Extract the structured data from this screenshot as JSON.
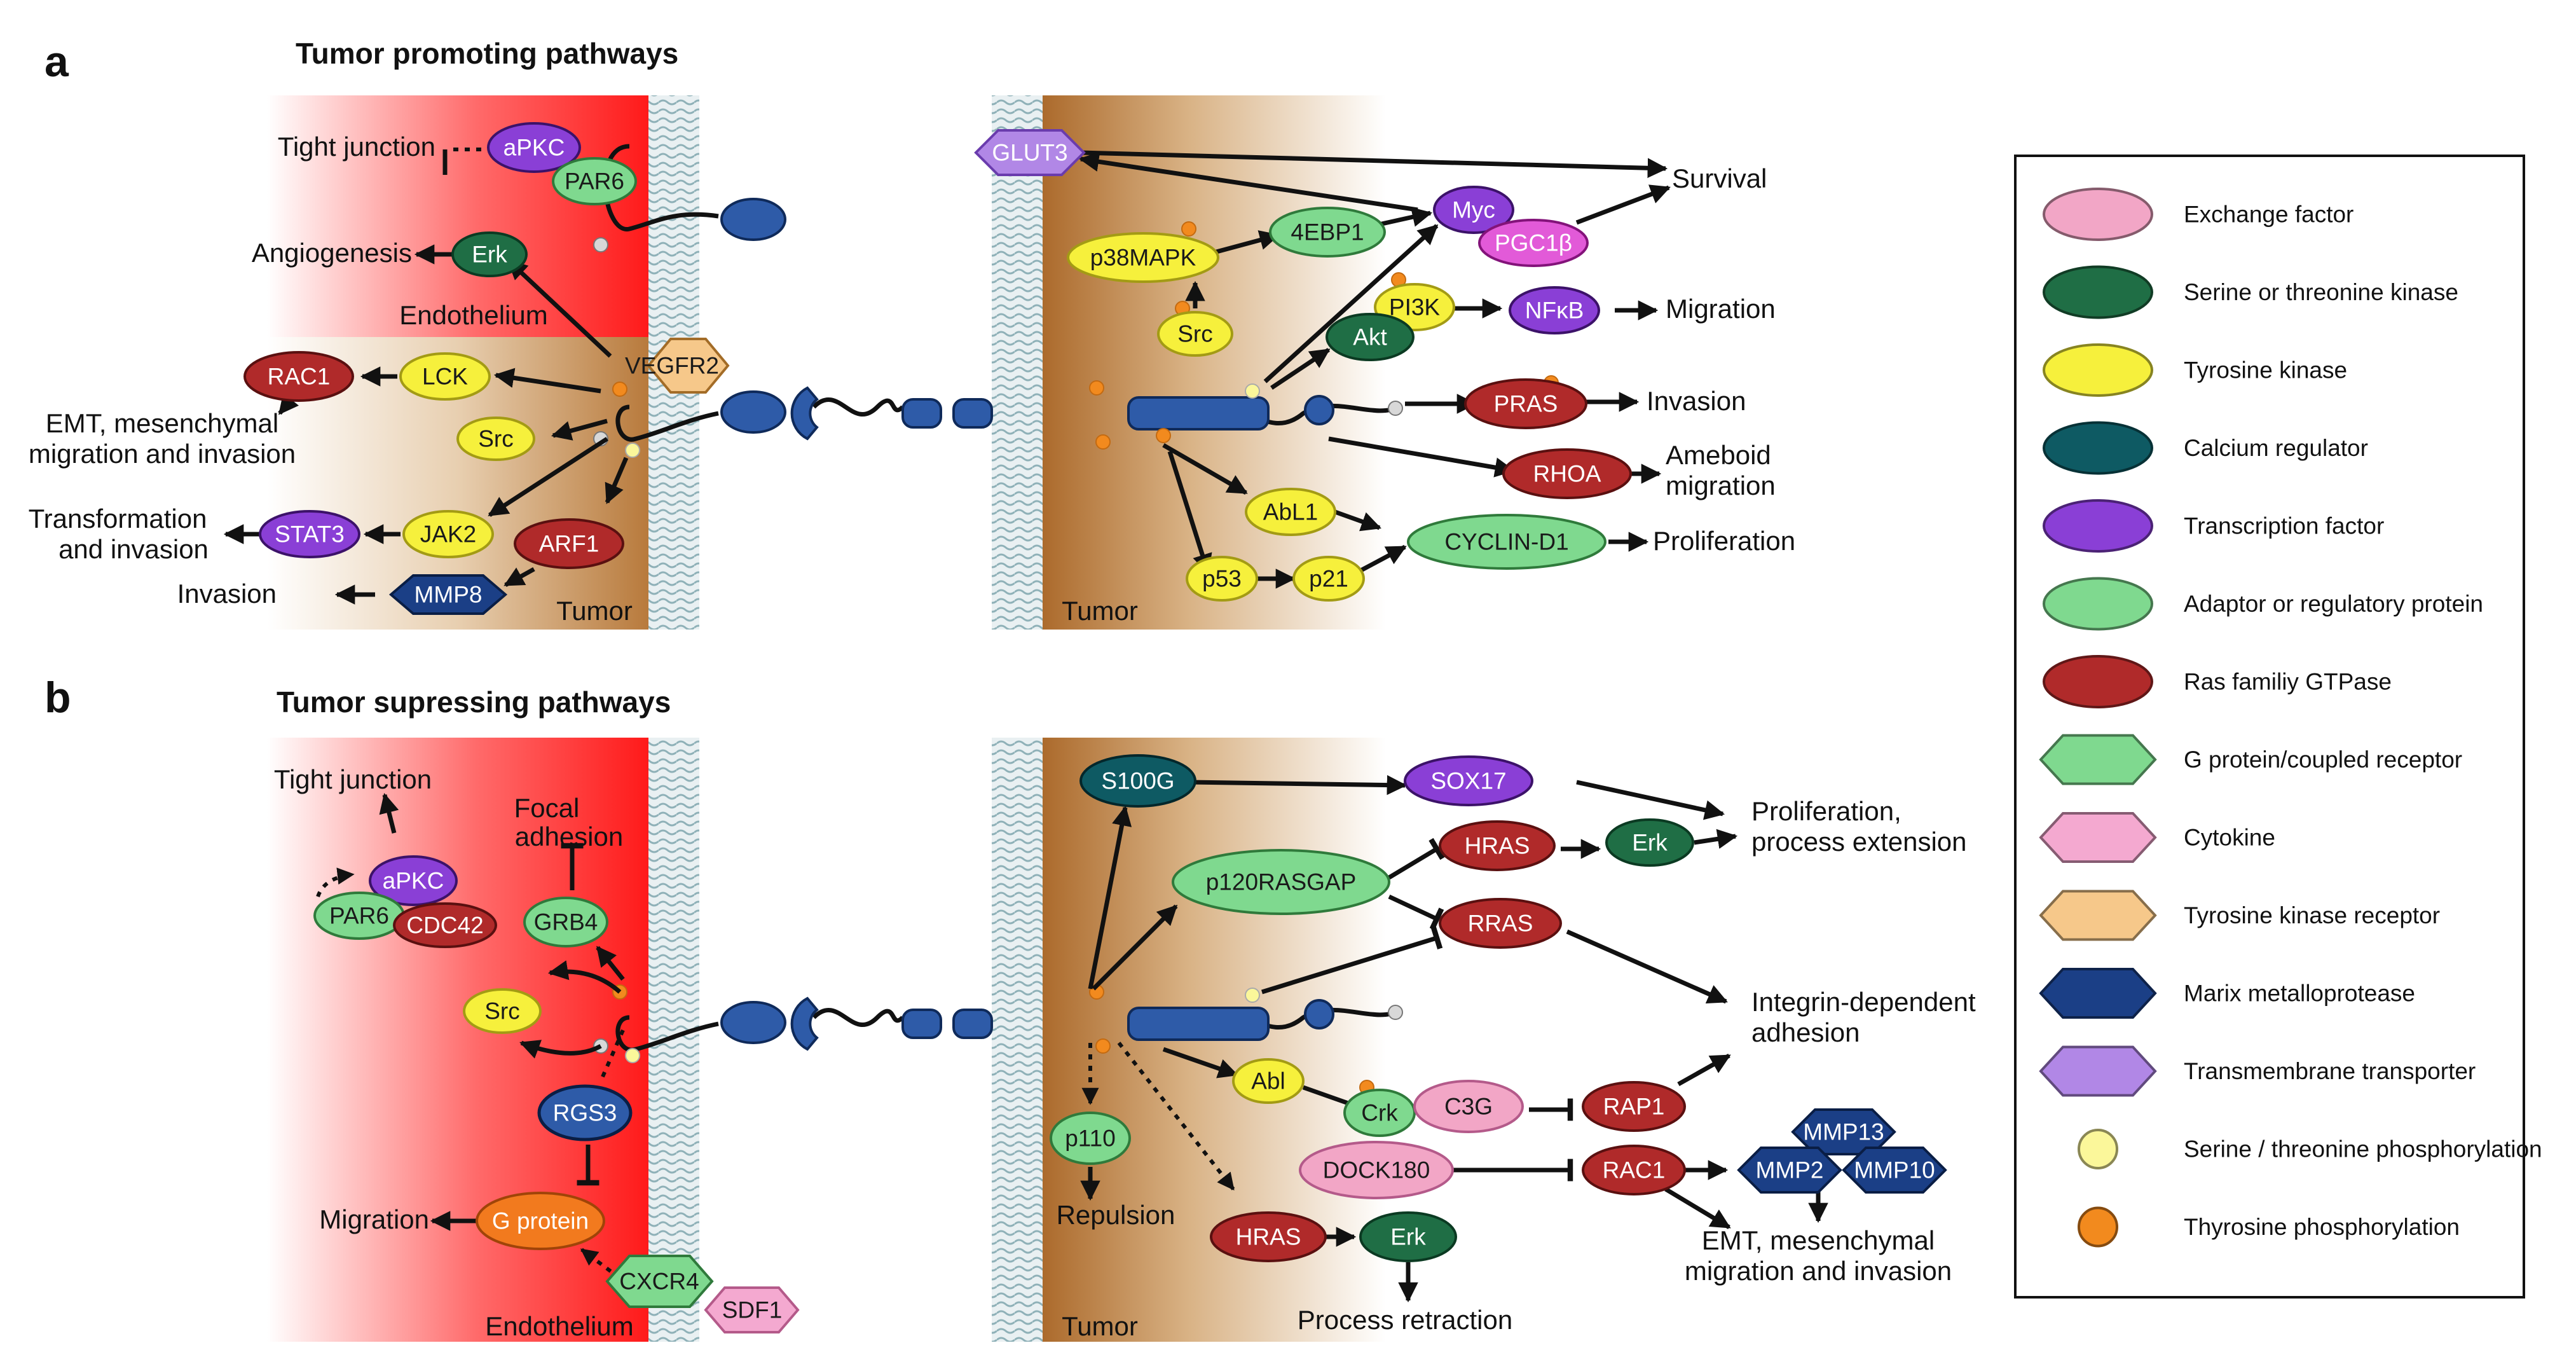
{
  "panels": {
    "a": {
      "letter": "a",
      "title": "Tumor promoting pathways"
    },
    "b": {
      "letter": "b",
      "title": "Tumor supressing pathways"
    }
  },
  "regions": {
    "endothelium_a": "Endothelium",
    "tumor_a_left": "Tumor",
    "tumor_a_right": "Tumor",
    "endothelium_b": "Endothelium",
    "tumor_b_right": "Tumor"
  },
  "nodes_a": {
    "apkc": "aPKC",
    "par6": "PAR6",
    "erk": "Erk",
    "vegfr2": "VEGFR2",
    "rac1": "RAC1",
    "lck": "LCK",
    "src": "Src",
    "stat3": "STAT3",
    "jak2": "JAK2",
    "arf1": "ARF1",
    "mmp8": "MMP8",
    "glut3": "GLUT3",
    "myc": "Myc",
    "pgc1b": "PGC1β",
    "p38mapk": "p38MAPK",
    "ebp1": "4EBP1",
    "pi3k": "PI3K",
    "nfkb": "NFκB",
    "src2": "Src",
    "akt": "Akt",
    "pras": "PRAS",
    "rhoa": "RHOA",
    "abl1": "AbL1",
    "cyclin": "CYCLIN-D1",
    "p53": "p53",
    "p21": "p21"
  },
  "labels_a": {
    "tight_junction": "Tight junction",
    "angiogenesis": "Angiogenesis",
    "emt_1": "EMT, mesenchymal",
    "emt_2": "migration and invasion",
    "transformation_1": "Transformation",
    "transformation_2": "and invasion",
    "invasion_left": "Invasion",
    "survival": "Survival",
    "migration": "Migration",
    "invasion": "Invasion",
    "ameboid_1": "Ameboid",
    "ameboid_2": "migration",
    "proliferation": "Proliferation"
  },
  "nodes_b": {
    "apkc": "aPKC",
    "par6": "PAR6",
    "cdc42": "CDC42",
    "grb4": "GRB4",
    "src": "Src",
    "rgs3": "RGS3",
    "gprotein": "G protein",
    "cxcr4": "CXCR4",
    "sdf1": "SDF1",
    "s100g": "S100G",
    "sox17": "SOX17",
    "p120": "p120RASGAP",
    "hras": "HRAS",
    "erk": "Erk",
    "rras": "RRAS",
    "abl": "Abl",
    "crk": "Crk",
    "c3g": "C3G",
    "rap1": "RAP1",
    "dock180": "DOCK180",
    "rac1": "RAC1",
    "mmp13": "MMP13",
    "mmp2": "MMP2",
    "mmp10": "MMP10",
    "p110": "p110",
    "hras2": "HRAS",
    "erk2": "Erk"
  },
  "labels_b": {
    "tight_junction": "Tight junction",
    "focal_1": "Focal",
    "focal_2": "adhesion",
    "migration": "Migration",
    "prolif_1": "Proliferation,",
    "prolif_2": "process extension",
    "integrin_1": "Integrin-dependent",
    "integrin_2": "adhesion",
    "emt_1": "EMT, mesenchymal",
    "emt_2": "migration and invasion",
    "repulsion": "Repulsion",
    "retraction": "Process retraction"
  },
  "legend": {
    "items": [
      {
        "label": "Exchange factor",
        "shape": "ellipse",
        "color": "#f2a6c6"
      },
      {
        "label": "Serine or threonine kinase",
        "shape": "ellipse",
        "color": "#1f6e45"
      },
      {
        "label": "Tyrosine kinase",
        "shape": "ellipse",
        "color": "#f6f03c"
      },
      {
        "label": "Calcium regulator",
        "shape": "ellipse",
        "color": "#0e5a63"
      },
      {
        "label": "Transcription factor",
        "shape": "ellipse",
        "color": "#8a3fd6"
      },
      {
        "label": "Adaptor or regulatory protein",
        "shape": "ellipse",
        "color": "#7fd98f"
      },
      {
        "label": "Ras familiy GTPase",
        "shape": "ellipse",
        "color": "#b02a2a"
      },
      {
        "label": "G protein/coupled receptor",
        "shape": "hexagon",
        "color": "#7fd98f"
      },
      {
        "label": "Cytokine",
        "shape": "hexagon",
        "color": "#f4a9d0"
      },
      {
        "label": "Tyrosine kinase receptor",
        "shape": "hexagon",
        "color": "#f6c88a"
      },
      {
        "label": "Marix metalloprotease",
        "shape": "hexagon",
        "color": "#1b3f86"
      },
      {
        "label": "Transmembrane transporter",
        "shape": "hexagon",
        "color": "#b187e6"
      },
      {
        "label": "Serine / threonine phosphorylation",
        "shape": "dot",
        "color": "#fbf79a"
      },
      {
        "label": "Thyrosine phosphorylation",
        "shape": "dot",
        "color": "#f28a1e"
      }
    ]
  }
}
